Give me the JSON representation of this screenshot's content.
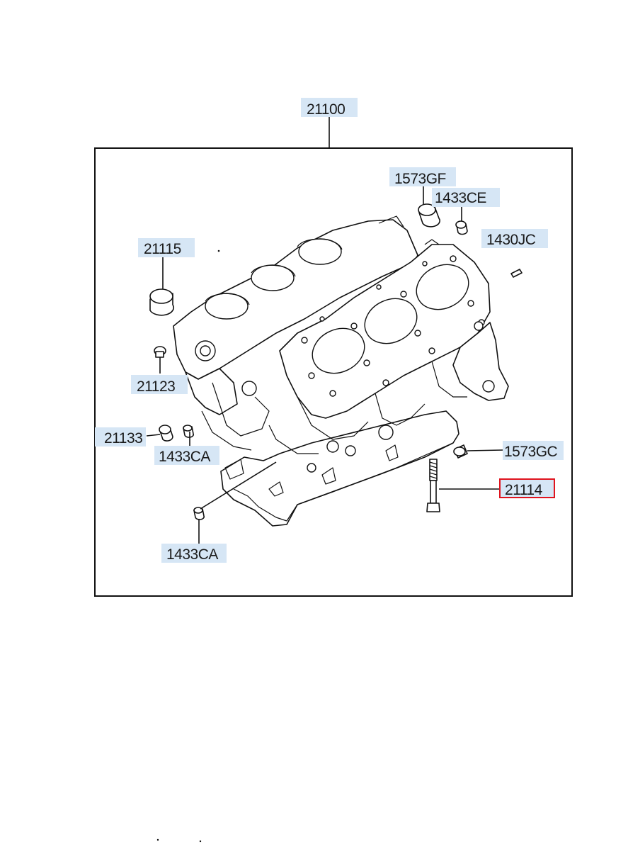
{
  "diagram": {
    "assembly_label": "21100",
    "parts": [
      {
        "id": "p-21100",
        "label": "21100",
        "highlighted": false
      },
      {
        "id": "p-1573GF",
        "label": "1573GF",
        "highlighted": false
      },
      {
        "id": "p-1433CE",
        "label": "1433CE",
        "highlighted": false
      },
      {
        "id": "p-1430JC",
        "label": "1430JC",
        "highlighted": false
      },
      {
        "id": "p-21115",
        "label": "21115",
        "highlighted": false
      },
      {
        "id": "p-21123",
        "label": "21123",
        "highlighted": false
      },
      {
        "id": "p-21133",
        "label": "21133",
        "highlighted": false
      },
      {
        "id": "p-1433CA-a",
        "label": "1433CA",
        "highlighted": false
      },
      {
        "id": "p-1573GC",
        "label": "1573GC",
        "highlighted": false
      },
      {
        "id": "p-21114",
        "label": "21114",
        "highlighted": true
      },
      {
        "id": "p-1433CA-b",
        "label": "1433CA",
        "highlighted": false
      }
    ],
    "colors": {
      "label_background": "#d6e6f5",
      "highlight_border": "#e0141e",
      "line": "#111111"
    }
  }
}
